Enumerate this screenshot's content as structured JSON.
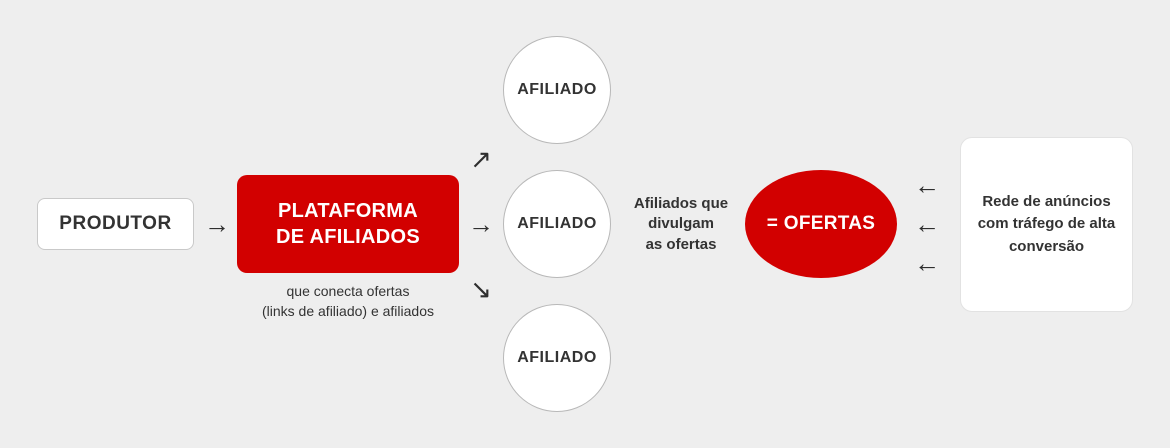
{
  "colors": {
    "background": "#eeeeee",
    "accent_red": "#d20000",
    "text_dark": "#333333",
    "box_border": "#c9c9c9"
  },
  "producer": {
    "label": "PRODUTOR"
  },
  "platform": {
    "line1": "PLATAFORMA",
    "line2": "DE AFILIADOS",
    "caption_line1": "que conecta ofertas",
    "caption_line2": "(links de afiliado) e afiliados"
  },
  "affiliates": [
    {
      "label": "AFILIADO"
    },
    {
      "label": "AFILIADO"
    },
    {
      "label": "AFILIADO"
    }
  ],
  "middle_note": {
    "line1": "Afiliados que",
    "line2": "divulgam",
    "line3": "as ofertas"
  },
  "offers": {
    "label": "= OFERTAS"
  },
  "ad_network": {
    "line1": "Rede de anúncios",
    "line2": "com tráfego de alta",
    "line3": "conversão"
  },
  "arrows": {
    "right": "→",
    "up_right": "↗",
    "down_right": "↘",
    "left": "←"
  }
}
